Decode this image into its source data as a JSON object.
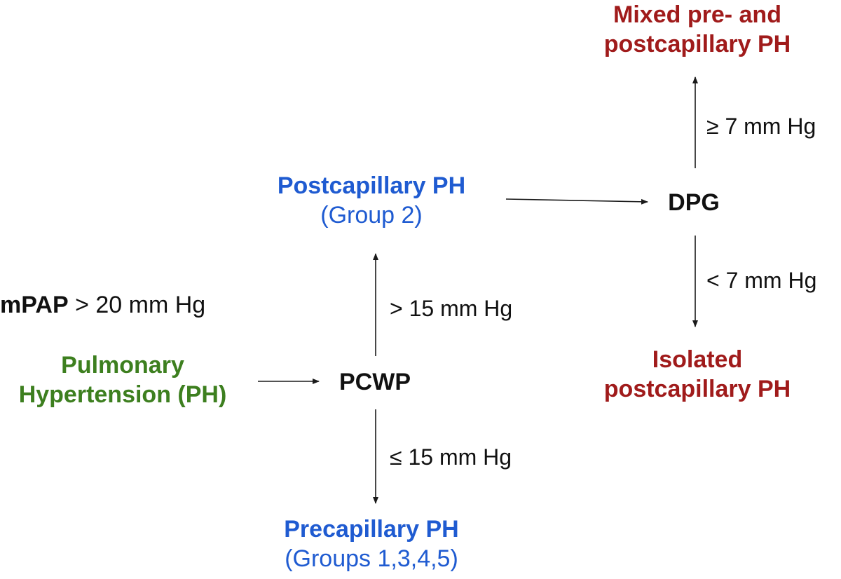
{
  "colors": {
    "green": "#3d7f1f",
    "blue": "#1f5bd1",
    "red": "#a01b1b",
    "black": "#111111",
    "arrow": "#1a1a1a"
  },
  "criterion": {
    "label_bold": "mPAP",
    "label_rest": " > 20 mm Hg"
  },
  "nodes": {
    "pulmonary_hypertension": {
      "line1": "Pulmonary",
      "line2": "Hypertension (PH)"
    },
    "pcwp": "PCWP",
    "postcapillary": {
      "title": "Postcapillary PH",
      "subtitle": "(Group 2)"
    },
    "precapillary": {
      "title": "Precapillary PH",
      "subtitle": "(Groups 1,3,4,5)"
    },
    "dpg": "DPG",
    "mixed": {
      "line1": "Mixed pre- and",
      "line2": "postcapillary PH"
    },
    "isolated": {
      "line1": "Isolated",
      "line2": "postcapillary PH"
    }
  },
  "edges": {
    "pcwp_high": "> 15 mm Hg",
    "pcwp_low": "≤ 15 mm Hg",
    "dpg_high": "≥ 7 mm Hg",
    "dpg_low": "< 7 mm Hg"
  }
}
